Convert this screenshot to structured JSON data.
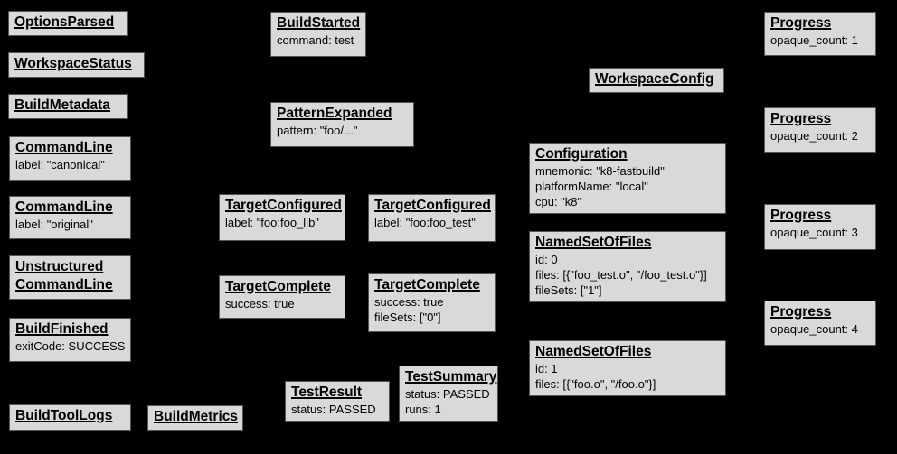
{
  "colors": {
    "background": "#000000",
    "box_fill": "#d9d9d9",
    "box_border": "#545454",
    "text": "#000000"
  },
  "boxes": [
    {
      "title": "OptionsParsed",
      "lines": []
    },
    {
      "title": "WorkspaceStatus",
      "lines": []
    },
    {
      "title": "BuildMetadata",
      "lines": []
    },
    {
      "title": "CommandLine",
      "lines": [
        "label: \"canonical\""
      ]
    },
    {
      "title": "CommandLine",
      "lines": [
        "label: \"original\""
      ]
    },
    {
      "title": "Unstructured\nCommandLine",
      "lines": []
    },
    {
      "title": "BuildFinished",
      "lines": [
        "exitCode: SUCCESS"
      ]
    },
    {
      "title": "BuildToolLogs",
      "lines": []
    },
    {
      "title": "BuildMetrics",
      "lines": []
    },
    {
      "title": "BuildStarted",
      "lines": [
        "command: test"
      ]
    },
    {
      "title": "PatternExpanded",
      "lines": [
        "pattern: \"foo/...\""
      ]
    },
    {
      "title": "TargetConfigured",
      "lines": [
        "label: \"foo:foo_lib\""
      ]
    },
    {
      "title": "TargetConfigured",
      "lines": [
        "label: \"foo:foo_test\""
      ]
    },
    {
      "title": "TargetComplete",
      "lines": [
        "success: true"
      ]
    },
    {
      "title": "TargetComplete",
      "lines": [
        "success: true",
        "fileSets: [\"0\"]"
      ]
    },
    {
      "title": "TestResult",
      "lines": [
        "status: PASSED"
      ]
    },
    {
      "title": "TestSummary",
      "lines": [
        "status: PASSED",
        "runs: 1"
      ]
    },
    {
      "title": "WorkspaceConfig",
      "lines": []
    },
    {
      "title": "Configuration",
      "lines": [
        "mnemonic: \"k8-fastbuild\"",
        "platformName: \"local\"",
        "cpu: \"k8\""
      ]
    },
    {
      "title": "NamedSetOfFiles",
      "lines": [
        "id: 0",
        "files: [{\"foo_test.o\", \"/foo_test.o\"}]",
        "fileSets: [\"1\"]"
      ]
    },
    {
      "title": "NamedSetOfFiles",
      "lines": [
        "id: 1",
        "files: [{\"foo.o\", \"/foo.o\"}]"
      ]
    },
    {
      "title": "Progress",
      "lines": [
        "opaque_count: 1"
      ]
    },
    {
      "title": "Progress",
      "lines": [
        "opaque_count: 2"
      ]
    },
    {
      "title": "Progress",
      "lines": [
        "opaque_count: 3"
      ]
    },
    {
      "title": "Progress",
      "lines": [
        "opaque_count: 4"
      ]
    }
  ]
}
